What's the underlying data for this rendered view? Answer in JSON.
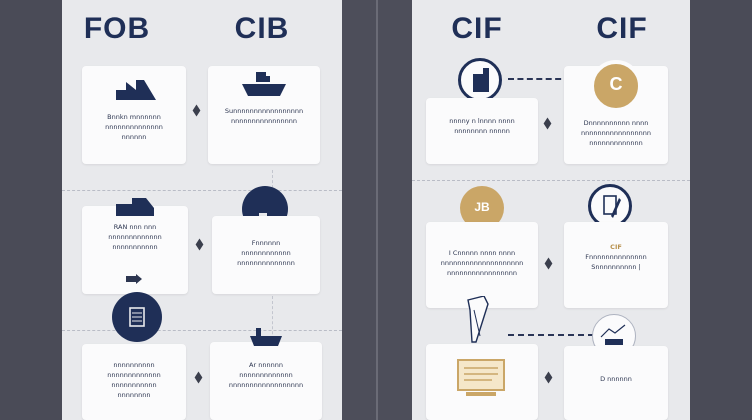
{
  "titles": {
    "left_a": "FOB",
    "left_b": "CIB",
    "right_a": "CIF",
    "right_b": "CIF"
  },
  "cards": {
    "l1": [
      "Bnnkn mnnnnnn",
      "nnnnnnnnnnnnnn",
      "nnnnnn"
    ],
    "l2": [
      "Sunnnnnnnnnnnnnnnnn",
      "nnnnnnnnnnnnnnnn"
    ],
    "l3": [
      "RAN nnn nnn",
      "nnnnnnnnnnnnn",
      "nnnnnnnnnnn"
    ],
    "l4": [
      "Fnnnnnn",
      "nnnnnnnnnnnn",
      "nnnnnnnnnnnnnn"
    ],
    "l5": [
      "nnnnnnnnnn",
      "nnnnnnnnnnnnn",
      "nnnnnnnnnnn",
      "nnnnnnnn"
    ],
    "l6": [
      "Ar nnnnnn",
      "nnnnnnnnnnnnn",
      "nnnnnnnnnnnnnnnnnn"
    ],
    "r1": [
      "nnnny n lnnnn nnnn",
      "nnnnnnnn nnnnn"
    ],
    "r2": [
      "Dnnnnnnnnnn nnnn",
      "nnnnnnnnnnnnnnnnn",
      "nnnnnnnnnnnnn"
    ],
    "r3": [
      "I Cnnnnn nnnn nnnn",
      "nnnnnnnnnnnnnnnnnnnn",
      "nnnnnnnnnnnnnnnnn"
    ],
    "r4": [
      "CIF",
      "Fnnnnnnnnnnnnnn",
      "Snnnnnnnnnn |"
    ],
    "r5": [
      "D nnnnnn"
    ]
  },
  "badges": {
    "gold_top": "C",
    "gold_mid": "JB"
  },
  "colors": {
    "navy": "#1f2f57",
    "gold": "#caa667",
    "panel": "#e8e9ec",
    "card": "#fbfbfc",
    "background": "#4a4b57"
  }
}
